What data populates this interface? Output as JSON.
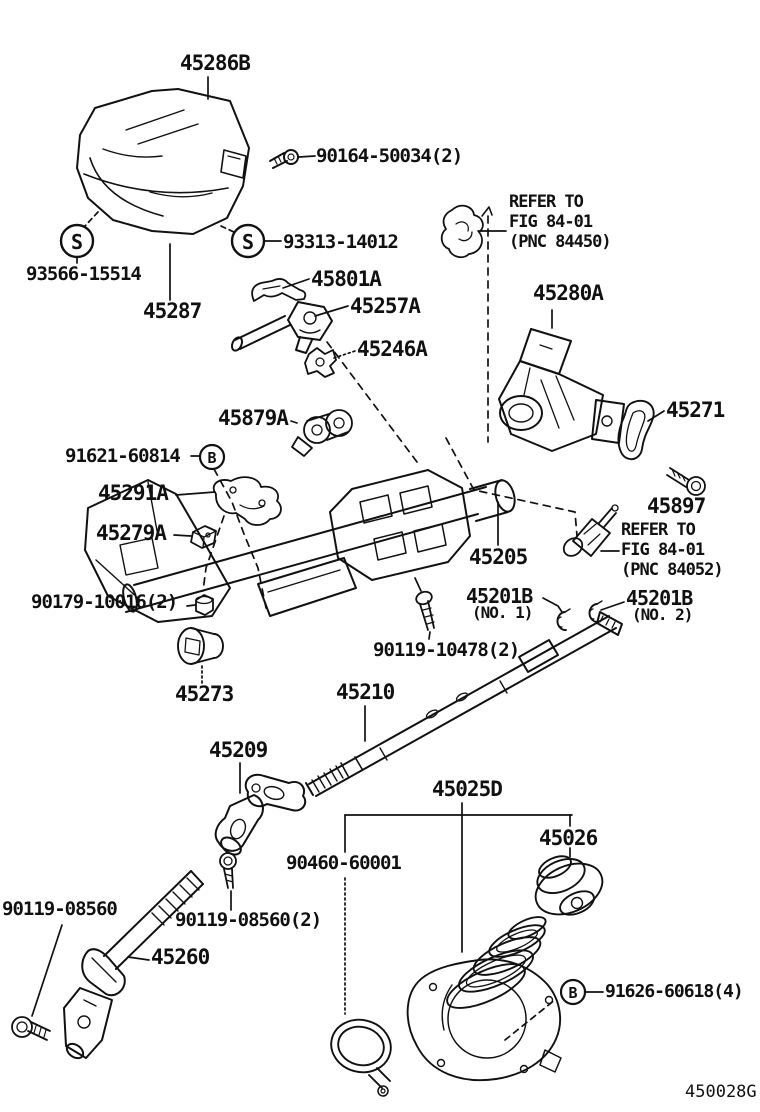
{
  "diagram": {
    "code": "450028G",
    "ink_color": "#111111",
    "background_color": "#ffffff",
    "marker_s": "S",
    "marker_b": "B",
    "figure_refs": [
      {
        "lines": [
          "REFER TO",
          "FIG 84-01",
          "(PNC 84450)"
        ]
      },
      {
        "lines": [
          "REFER TO",
          "FIG 84-01",
          "(PNC 84052)"
        ]
      }
    ]
  },
  "labels": {
    "p45286B": "45286B",
    "p90164": "90164-50034(2)",
    "p93566": "93566-15514",
    "p93313": "93313-14012",
    "p45287": "45287",
    "p45801A": "45801A",
    "p45257A": "45257A",
    "p45246A": "45246A",
    "p45280A": "45280A",
    "p45271": "45271",
    "p45879A": "45879A",
    "p91621": "91621-60814",
    "p45291A": "45291A",
    "p45279A": "45279A",
    "p45897": "45897",
    "p45205": "45205",
    "p90179": "90179-10016(2)",
    "p45201B_1": "45201B",
    "p45201B_1_sub": "(NO. 1)",
    "p45201B_2": "45201B",
    "p45201B_2_sub": "(NO. 2)",
    "p90119_10478": "90119-10478(2)",
    "p45273": "45273",
    "p45210": "45210",
    "p45209": "45209",
    "p45025D": "45025D",
    "p45026": "45026",
    "p90460": "90460-60001",
    "p90119_08560": "90119-08560",
    "p90119_08560_2": "90119-08560(2)",
    "p45260": "45260",
    "p91626": "91626-60618(4)"
  }
}
